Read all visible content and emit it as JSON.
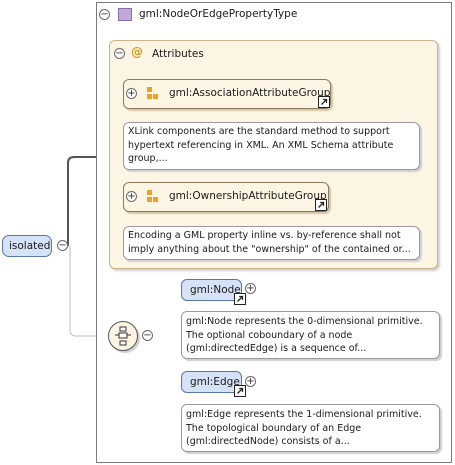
{
  "complex_type": {
    "name": "gml:NodeOrEdgePropertyType",
    "toggle": "−"
  },
  "attributes": {
    "label": "Attributes",
    "toggle": "−",
    "icon_glyph": "@"
  },
  "attribute_groups": [
    {
      "name": "gml:AssociationAttributeGroup",
      "toggle": "+",
      "description": "XLink components are the standard method to support\nhypertext referencing in XML. An XML Schema attribute\ngroup,..."
    },
    {
      "name": "gml:OwnershipAttributeGroup",
      "toggle": "+",
      "description": "Encoding a GML property inline vs. by-reference shall not\nimply anything about the \"ownership\" of the contained or..."
    }
  ],
  "root_element": {
    "name": "isolated",
    "toggle": "−"
  },
  "choice": {
    "toggle": "−"
  },
  "elements": [
    {
      "name": "gml:Node",
      "toggle": "+",
      "description": "gml:Node represents the 0-dimensional primitive.\nThe optional coboundary of a node\n(gml:directedEdge) is a sequence of..."
    },
    {
      "name": "gml:Edge",
      "toggle": "+",
      "description": "gml:Edge represents the 1-dimensional primitive.\nThe topological boundary of an Edge\n(gml:directedNode) consists of a..."
    }
  ],
  "colors": {
    "attributes_fill": "#fdf5e3",
    "attributes_border": "#c8b48c",
    "element_fill": "#d6e2f5",
    "element_border": "#5a76a8",
    "group_icon": "#f0a020",
    "type_icon": "#c3a8dc",
    "connector": "#555555"
  }
}
